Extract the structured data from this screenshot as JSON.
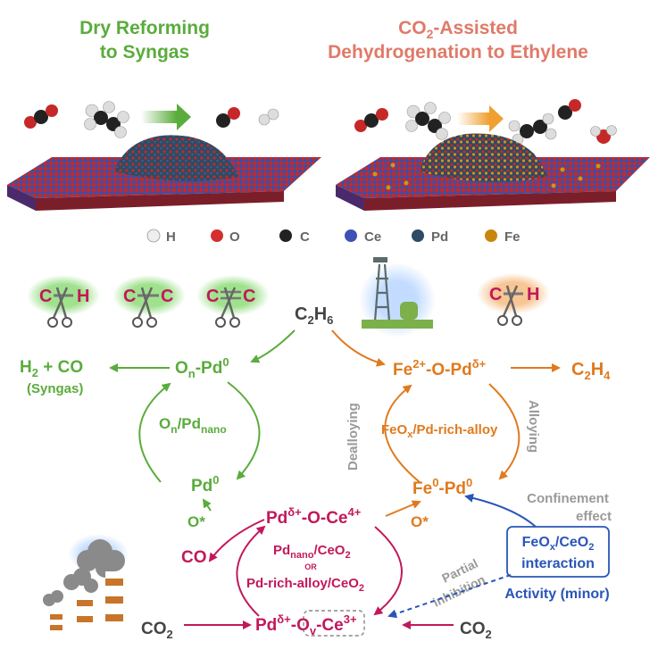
{
  "header": {
    "left_title_line1": "Dry Reforming",
    "left_title_line2": "to Syngas",
    "right_title_line1_a": "CO",
    "right_title_line1_sub": "2",
    "right_title_line1_b": "-Assisted",
    "right_title_line2": "Dehydrogenation to Ethylene"
  },
  "legend": [
    {
      "label": "H",
      "color": "#eeeeee"
    },
    {
      "label": "O",
      "color": "#d32f2f"
    },
    {
      "label": "C",
      "color": "#222222"
    },
    {
      "label": "Ce",
      "color": "#3f51b5"
    },
    {
      "label": "Pd",
      "color": "#2e4a66"
    },
    {
      "label": "Fe",
      "color": "#c8860d"
    }
  ],
  "bonds": {
    "ch_left": {
      "a": "C",
      "b": "H"
    },
    "cc": {
      "a": "C",
      "b": "C"
    },
    "c_eq_c": {
      "a": "C",
      "b": "C"
    },
    "ch_right": {
      "a": "C",
      "b": "H"
    }
  },
  "labels": {
    "c2h6_a": "C",
    "c2h6_sub1": "2",
    "c2h6_b": "H",
    "c2h6_sub2": "6",
    "h2co_a": "H",
    "h2co_sub": "2",
    "h2co_b": " + CO",
    "syngas": "(Syngas)",
    "on_pd0_a": "O",
    "on_pd0_sub": "n",
    "on_pd0_b": "-Pd",
    "on_pd0_sup": "0",
    "onpdnano_a": "O",
    "onpdnano_sub1": "n",
    "onpdnano_b": "/Pd",
    "onpdnano_sub2": "nano",
    "pd0_a": "Pd",
    "pd0_sup": "0",
    "ostar_left": "O*",
    "fe2_a": "Fe",
    "fe2_sup": "2+",
    "fe2_b": "-O-Pd",
    "fe2_sup2": "δ+",
    "c2h4_a": "C",
    "c2h4_sub1": "2",
    "c2h4_b": "H",
    "c2h4_sub2": "4",
    "feox_a": "FeO",
    "feox_sub": "x",
    "feox_b": "/Pd-rich-alloy",
    "dealloying": "Dealloying",
    "alloying": "Alloying",
    "fe0_a": "Fe",
    "fe0_sup": "0",
    "fe0_b": "-Pd",
    "fe0_sup2": "0",
    "ostar_right": "O*",
    "confinement_1": "Confinement",
    "confinement_2": "effect",
    "pdoce_a": "Pd",
    "pdoce_sup1": "δ+",
    "pdoce_b": "-O-Ce",
    "pdoce_sup2": "4+",
    "co": "CO",
    "pdnano_a": "Pd",
    "pdnano_sub1": "nano",
    "pdnano_b": "/CeO",
    "pdnano_sub2": "2",
    "or": "OR",
    "pdrich_a": "Pd-rich-alloy/CeO",
    "pdrich_sub": "2",
    "feox_ceo2_a": "FeO",
    "feox_ceo2_sub1": "x",
    "feox_ceo2_b": "/CeO",
    "feox_ceo2_sub2": "2",
    "interaction": "interaction",
    "partial": "Partial",
    "inhibition": "inhibition",
    "activity": "Activity (minor)",
    "co2_left_a": "CO",
    "co2_left_sub": "2",
    "pdov_a": "Pd",
    "pdov_sup1": "δ+",
    "pdov_b": "-O",
    "pdov_sub": "v",
    "pdov_c": "-Ce",
    "pdov_sup2": "3+",
    "co2_right_a": "CO",
    "co2_right_sub": "2"
  },
  "colors": {
    "green": "#5aac3c",
    "orange": "#e07a1d",
    "magenta": "#c2185b",
    "blue": "#2a55b8",
    "gray": "#9a9a9a"
  }
}
